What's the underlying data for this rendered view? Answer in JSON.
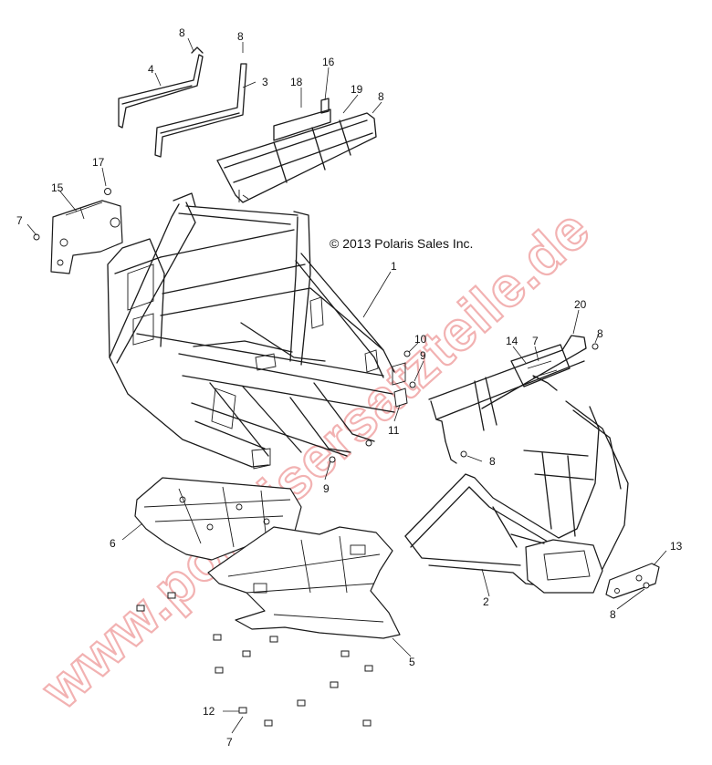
{
  "diagram": {
    "copyright": "© 2013 Polaris Sales Inc.",
    "watermark": "www.polarisersatzteile.de",
    "callouts": [
      "1",
      "2",
      "3",
      "4",
      "5",
      "6",
      "7",
      "8",
      "8",
      "8",
      "8",
      "8",
      "8",
      "9",
      "9",
      "10",
      "11",
      "12",
      "13",
      "14",
      "15",
      "16",
      "17",
      "18",
      "19",
      "20",
      "7",
      "7"
    ]
  }
}
